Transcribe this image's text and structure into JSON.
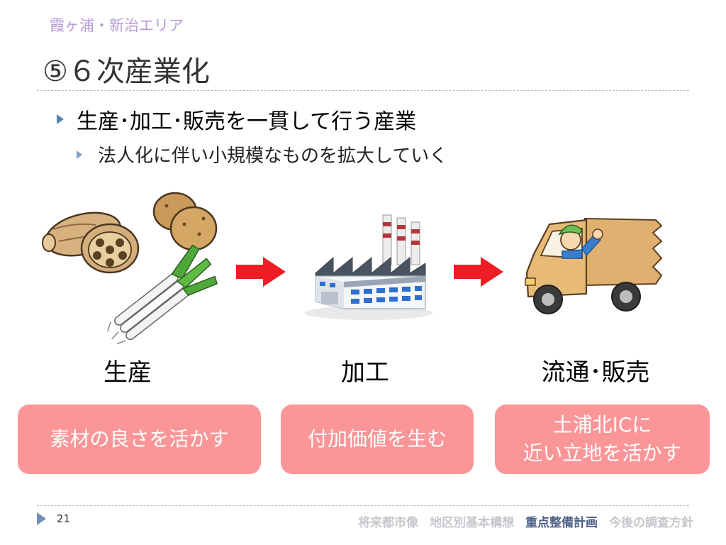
{
  "header": {
    "section": "霞ヶ浦・新治エリア",
    "title": "⑤６次産業化"
  },
  "bullets": {
    "main": "生産･加工･販売を一貫して行う産業",
    "sub": "法人化に伴い小規模なものを拡大していく"
  },
  "stages": [
    {
      "label": "生産",
      "pill": "素材の良さを活かす"
    },
    {
      "label": "加工",
      "pill": "付加価値を生む"
    },
    {
      "label": "流通･販売",
      "pill": "土浦北ICに\n近い立地を活かす"
    }
  ],
  "footer": {
    "page": "21",
    "nav": [
      "将来都市像",
      "地区別基本構想",
      "重点整備計画",
      "今後の調査方針"
    ],
    "active_index": 2
  },
  "colors": {
    "pill": "#fb9698",
    "arrow": "#ee1c25",
    "accent": "#5b83b5",
    "section": "#b59ad6"
  }
}
